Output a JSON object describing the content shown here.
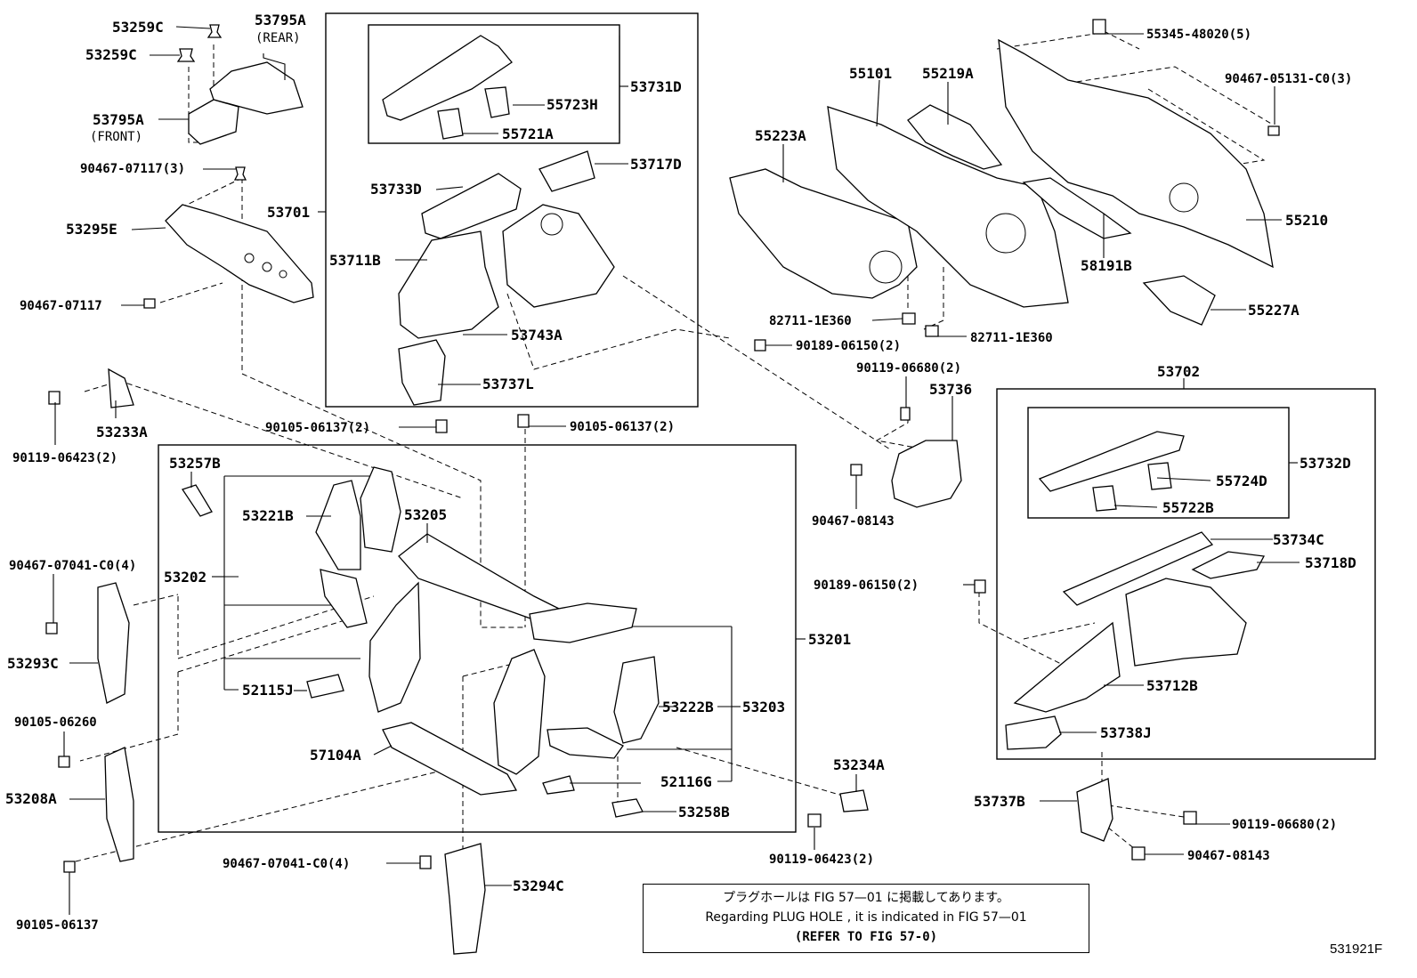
{
  "labels": {
    "p53259c_a": "53259C",
    "p53259c_b": "53259C",
    "p53795a_rear": "53795A",
    "rear": "(REAR)",
    "p53795a_front": "53795A",
    "front": "(FRONT)",
    "p90467_07117_3": "90467-07117(3)",
    "p53295e": "53295E",
    "p90467_07117": "90467-07117",
    "p53701": "53701",
    "p53731d": "53731D",
    "p55723h": "55723H",
    "p55721a": "55721A",
    "p53717d": "53717D",
    "p53733d": "53733D",
    "p53711b": "53711B",
    "p53743a": "53743A",
    "p53737l": "53737L",
    "p55101": "55101",
    "p55219a": "55219A",
    "p55345": "55345-48020(5)",
    "p90467_05131": "90467-05131-C0(3)",
    "p55223a": "55223A",
    "p55210": "55210",
    "p58191b": "58191B",
    "p55227a": "55227A",
    "p82711_a": "82711-1E360",
    "p82711_b": "82711-1E360",
    "p90189_06150_2a": "90189-06150(2)",
    "p90119_06680_2a": "90119-06680(2)",
    "p53736": "53736",
    "p90467_08143_a": "90467-08143",
    "p53702": "53702",
    "p53732d": "53732D",
    "p55724d": "55724D",
    "p55722b": "55722B",
    "p53734c": "53734C",
    "p53718d": "53718D",
    "p90189_06150_2b": "90189-06150(2)",
    "p53712b": "53712B",
    "p53738j": "53738J",
    "p53737b": "53737B",
    "p90119_06680_2b": "90119-06680(2)",
    "p90467_08143_b": "90467-08143",
    "p90119_06423_2a": "90119-06423(2)",
    "p53233a": "53233A",
    "p90105_06137_2a": "90105-06137(2)",
    "p90105_06137_2b": "90105-06137(2)",
    "p53257b": "53257B",
    "p53221b": "53221B",
    "p53205": "53205",
    "p53202": "53202",
    "p53201": "53201",
    "p90467_07041_4a": "90467-07041-C0(4)",
    "p53293c": "53293C",
    "p52115j": "52115J",
    "p53222b": "53222B",
    "p53203": "53203",
    "p90105_06260": "90105-06260",
    "p57104a": "57104A",
    "p52116g": "52116G",
    "p53208a": "53208A",
    "p53234a": "53234A",
    "p53258b": "53258B",
    "p90119_06423_2b": "90119-06423(2)",
    "p90467_07041_4b": "90467-07041-C0(4)",
    "p53294c": "53294C",
    "p90105_06137": "90105-06137"
  },
  "note": {
    "line_jp": "プラグホールは FIG 57—01 に掲載してあります。",
    "line_en": "Regarding  PLUG  HOLE , it is indicated in FIG  57—01",
    "line_ref": "(REFER TO FIG 57-0)"
  },
  "figure_id": "531921F"
}
